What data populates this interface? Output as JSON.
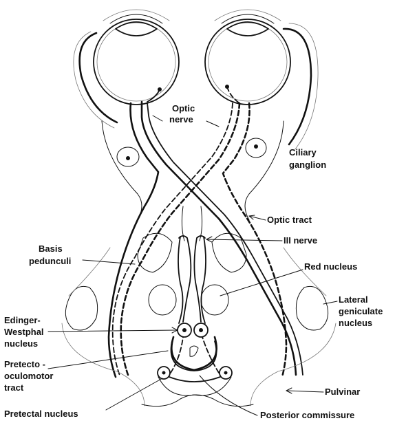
{
  "labels": {
    "optic_nerve_1": "Optic",
    "optic_nerve_2": "nerve",
    "ciliary_1": "Ciliary",
    "ciliary_2": "ganglion",
    "optic_tract": "Optic tract",
    "iii_nerve": "III nerve",
    "basis_1": "Basis",
    "basis_2": "pedunculi",
    "red_nucleus": "Red nucleus",
    "lateral_1": "Lateral",
    "lateral_2": "geniculate",
    "lateral_3": "nucleus",
    "edinger_1": "Edinger-",
    "edinger_2": "Westphal",
    "edinger_3": "nucleus",
    "pretecto_1": "Pretecto -",
    "pretecto_2": "oculomotor",
    "pretecto_3": "tract",
    "pulvinar": "Pulvinar",
    "pretectal": "Pretectal nucleus",
    "posterior": "Posterior commissure"
  },
  "colors": {
    "ink": "#111111",
    "background": "#ffffff"
  }
}
